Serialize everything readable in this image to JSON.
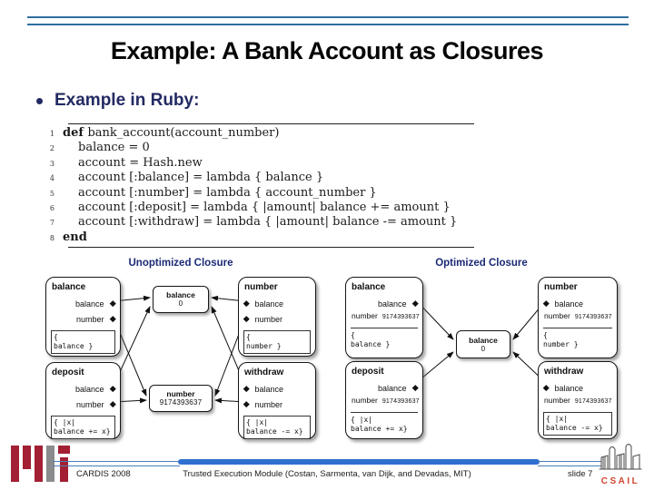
{
  "slide": {
    "title": "Example: A Bank Account as Closures",
    "bullet": "Example in Ruby:"
  },
  "code": {
    "lines": [
      {
        "num": "1",
        "kw": "def ",
        "rest": "bank_account(account_number)"
      },
      {
        "num": "2",
        "kw": "",
        "rest": "balance = 0"
      },
      {
        "num": "3",
        "kw": "",
        "rest": "account = Hash.new"
      },
      {
        "num": "4",
        "kw": "",
        "rest": "account [:balance] = lambda { balance }"
      },
      {
        "num": "5",
        "kw": "",
        "rest": "account [:number] = lambda { account_number }"
      },
      {
        "num": "6",
        "kw": "",
        "rest": "account [:deposit] = lambda { |amount| balance += amount }"
      },
      {
        "num": "7",
        "kw": "",
        "rest": "account [:withdraw] = lambda { |amount| balance -= amount }"
      },
      {
        "num": "8",
        "kw": "end",
        "rest": ""
      }
    ]
  },
  "diagram": {
    "unoptimized": {
      "label": "Unoptimized Closure",
      "closures": [
        {
          "title": "balance",
          "rows": [
            "balance",
            "number"
          ],
          "code1": "{",
          "code2": "balance }"
        },
        {
          "title": "number",
          "rows": [
            "balance",
            "number"
          ],
          "code1": "{",
          "code2": "number }"
        },
        {
          "title": "deposit",
          "rows": [
            "balance",
            "number"
          ],
          "code1": "{ |x|",
          "code2": "balance += x}"
        },
        {
          "title": "withdraw",
          "rows": [
            "balance",
            "number"
          ],
          "code1": "{ |x|",
          "code2": "balance -= x}"
        }
      ],
      "variables": [
        {
          "name": "balance",
          "value": "0"
        },
        {
          "name": "number",
          "value": "9174393637"
        }
      ]
    },
    "optimized": {
      "label": "Optimized Closure",
      "closures": [
        {
          "title": "balance",
          "row_balance": "balance",
          "number_label": "number",
          "number_value": "9174393637",
          "code1": "{",
          "code2": "balance }"
        },
        {
          "title": "number",
          "row_balance": "balance",
          "number_label": "number",
          "number_value": "9174393637",
          "code1": "{",
          "code2": "number }"
        },
        {
          "title": "deposit",
          "row_balance": "balance",
          "number_label": "number",
          "number_value": "9174393637",
          "code1": "{ |x|",
          "code2": "balance += x}"
        },
        {
          "title": "withdraw",
          "row_balance": "balance",
          "number_label": "number",
          "number_value": "9174393637",
          "code1": "{ |x|",
          "code2": "balance -= x}"
        }
      ],
      "variables": [
        {
          "name": "balance",
          "value": "0"
        }
      ]
    }
  },
  "footer": {
    "conference": "CARDIS 2008",
    "center_text": "Trusted Execution Module (Costan, Sarmenta, van Dijk, and Devadas, MIT)",
    "slide_number": "slide 7",
    "csail_label": "CSAIL"
  },
  "colors": {
    "accent_navy": "#232a63",
    "diagram_label_blue": "#1b2a75",
    "header_rule_blue": "#2e6e9e",
    "footer_bar_blue": "#2f6fd0",
    "mit_red": "#a31f34",
    "mit_gray": "#8a8b8c",
    "csail_red": "#d0452f"
  }
}
